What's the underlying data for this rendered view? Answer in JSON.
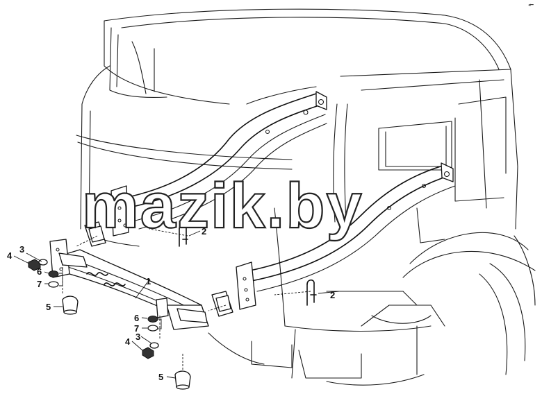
{
  "watermark": "mazik.by",
  "corner_mark": "◂━",
  "callouts": {
    "c1": "1",
    "c2a": "2",
    "c2b": "2",
    "c3a": "3",
    "c3b": "3",
    "c4a": "4",
    "c4b": "4",
    "c5a": "5",
    "c5b": "5",
    "c6a": "6",
    "c6b": "6",
    "c7a": "7",
    "c7b": "7"
  }
}
